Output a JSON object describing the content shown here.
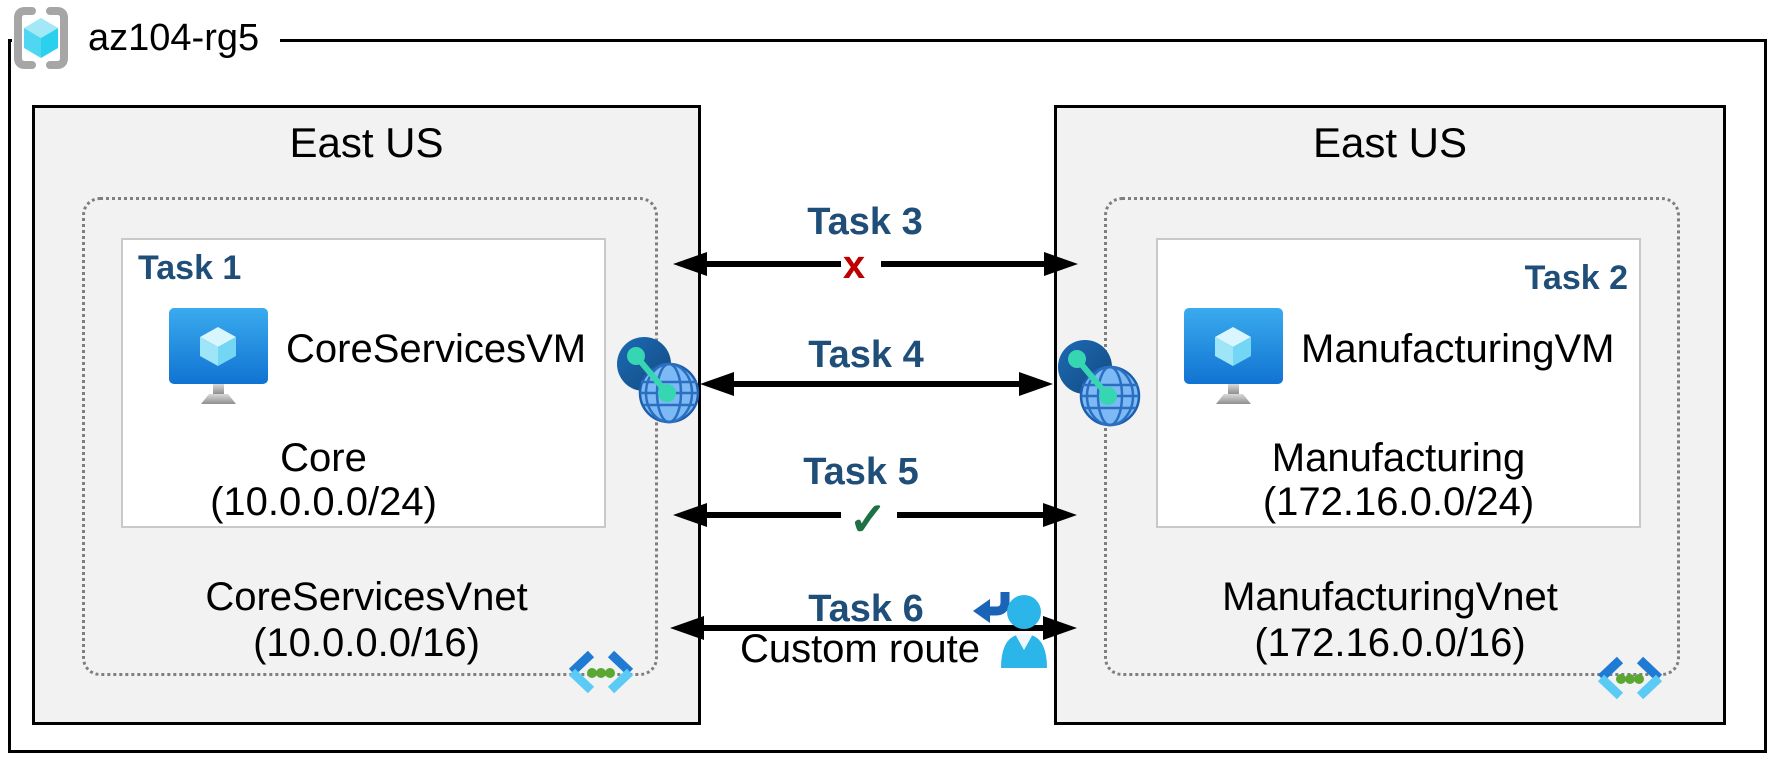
{
  "resource_group": {
    "name": "az104-rg5"
  },
  "regions": [
    {
      "location": "East US",
      "vnet": {
        "name": "CoreServicesVnet",
        "cidr": "(10.0.0.0/16)",
        "subnet": {
          "task_label": "Task 1",
          "vm_name": "CoreServicesVM",
          "name": "Core",
          "cidr": "(10.0.0.0/24)"
        }
      }
    },
    {
      "location": "East US",
      "vnet": {
        "name": "ManufacturingVnet",
        "cidr": "(172.16.0.0/16)",
        "subnet": {
          "task_label": "Task 2",
          "vm_name": "ManufacturingVM",
          "name": "Manufacturing",
          "cidr": "(172.16.0.0/24)"
        }
      }
    }
  ],
  "connections": [
    {
      "label": "Task 3",
      "marker": "x",
      "note": ""
    },
    {
      "label": "Task 4",
      "marker": "",
      "note": ""
    },
    {
      "label": "Task 5",
      "marker": "✓",
      "note": ""
    },
    {
      "label": "Task 6",
      "marker": "",
      "note": "Custom route"
    }
  ],
  "colors": {
    "task_heading": "#1F4E79",
    "blocked_marker": "#C00000",
    "allowed_marker": "#1E7145",
    "region_fill": "#F2F2F2",
    "dotted_border": "#7F7F7F"
  }
}
